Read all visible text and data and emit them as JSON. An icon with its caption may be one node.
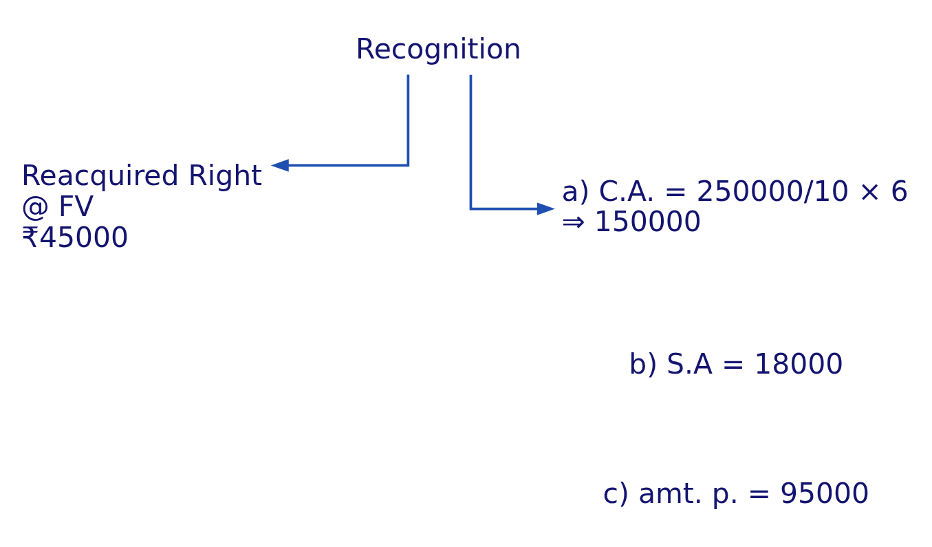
{
  "diagram": {
    "nodes": [
      {
        "text": [
          "Recognition"
        ]
      },
      {
        "text": [
          "Reacquired Right",
          "@ FV",
          "₹45000"
        ]
      },
      {
        "text": [
          "a) C.A. = 250000/10 × 6",
          "⇒ 150000"
        ]
      }
    ],
    "edges": [
      {
        "from": 0,
        "to": 1,
        "arrow": "to"
      },
      {
        "from": 0,
        "to": 2,
        "arrow": "to"
      }
    ],
    "labels": [
      "b) S.A = 18000",
      "c) amt. p. = 95000"
    ]
  }
}
